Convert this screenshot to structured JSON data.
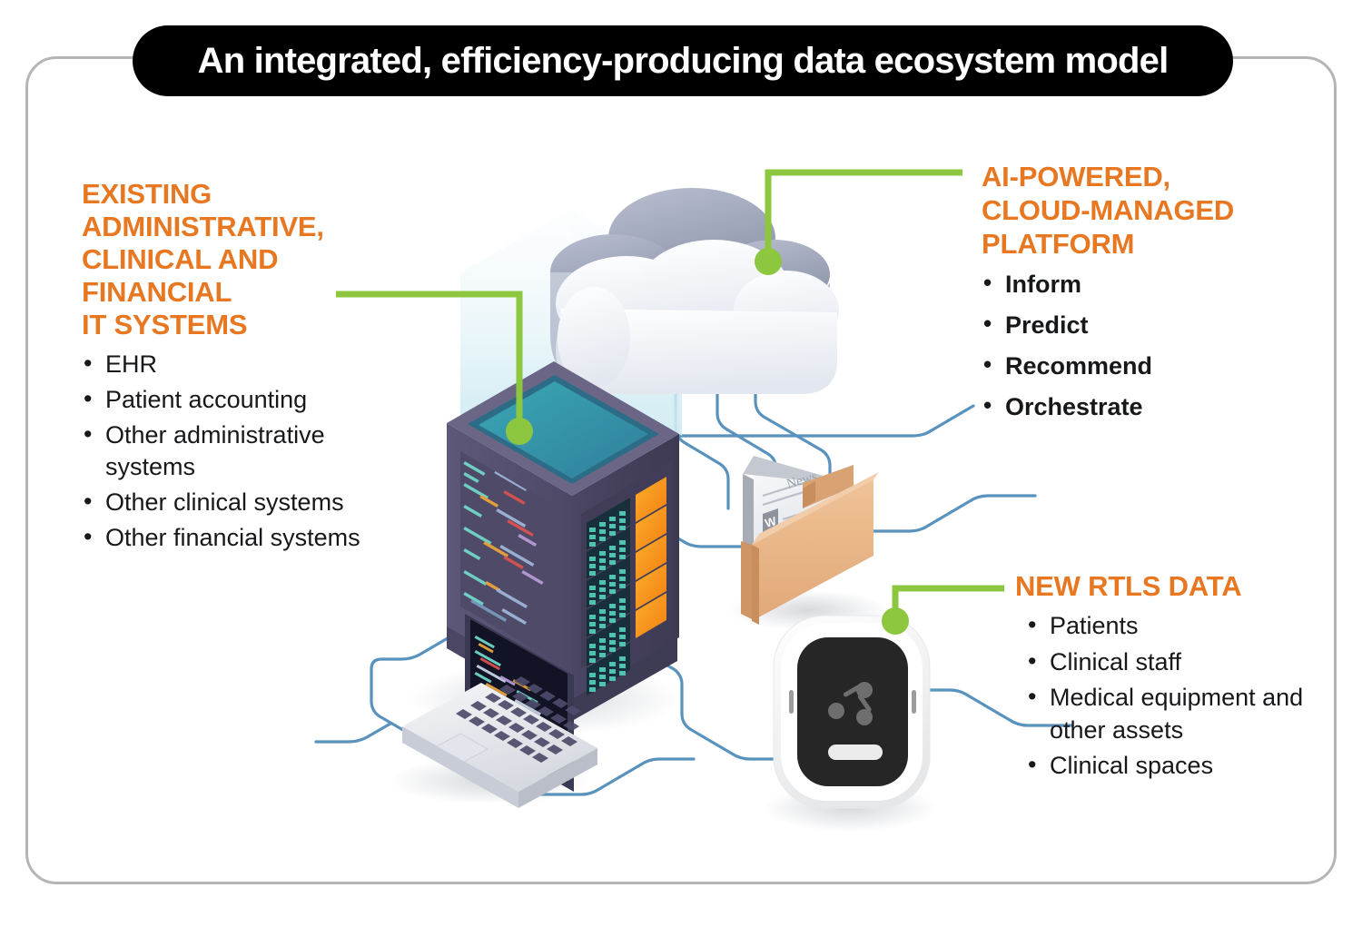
{
  "title": "An integrated, efficiency-producing data ecosystem model",
  "colors": {
    "orange": "#E87722",
    "green": "#8DC63F",
    "blue_line": "#4A89B8",
    "frame_border": "#b5b5b8",
    "title_bg": "#000000",
    "title_text": "#FFFFFF",
    "body_text": "#17181a",
    "server_body": "#575272",
    "server_led": "#4FC3B1",
    "server_panel": "#F79520",
    "folder": "#E8B483",
    "tag_body": "#FFFFFF",
    "tag_face": "#262626"
  },
  "blocks": {
    "existing_it": {
      "heading_lines": [
        "EXISTING",
        "ADMINISTRATIVE,",
        "CLINICAL AND",
        "FINANCIAL",
        "IT SYSTEMS"
      ],
      "bullets": [
        "EHR",
        "Patient accounting",
        "Other administrative systems",
        "Other clinical systems",
        "Other financial systems"
      ]
    },
    "ai_platform": {
      "heading_lines": [
        "AI-POWERED,",
        "CLOUD-MANAGED",
        "PLATFORM"
      ],
      "bullets": [
        "Inform",
        "Predict",
        "Recommend",
        "Orchestrate"
      ]
    },
    "rtls": {
      "heading_lines": [
        "NEW RTLS DATA"
      ],
      "bullets": [
        "Patients",
        "Clinical staff",
        "Medical equipment and other assets",
        "Clinical spaces"
      ]
    }
  },
  "illustration": {
    "nodes": [
      "cloud",
      "server-rack",
      "laptop",
      "document-folder",
      "rtls-tag"
    ],
    "folder_document_label": "News",
    "folder_document_badge": "W"
  }
}
